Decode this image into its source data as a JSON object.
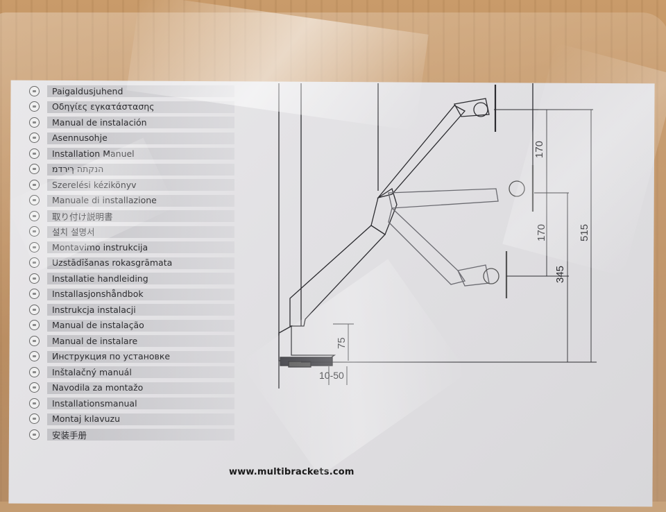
{
  "languages": [
    {
      "label": "Paigaldusjuhend"
    },
    {
      "label": "Οδηγίες εγκατάστασης"
    },
    {
      "label": "Manual de instalación"
    },
    {
      "label": "Asennusohje"
    },
    {
      "label": "Installation Manuel"
    },
    {
      "label": "הנקתה ךירדמ"
    },
    {
      "label": "Szerelési kézikönyv"
    },
    {
      "label": "Manuale di installazione"
    },
    {
      "label": "取り付け説明書"
    },
    {
      "label": "설치 설명서"
    },
    {
      "label": "Montavimo instrukcija"
    },
    {
      "label": "Uzstādīšanas rokasgrāmata"
    },
    {
      "label": "Installatie handleiding"
    },
    {
      "label": "Installasjonshåndbok"
    },
    {
      "label": "Instrukcja instalacji"
    },
    {
      "label": "Manual de instalação"
    },
    {
      "label": "Manual de instalare"
    },
    {
      "label": "Инструкция по установке"
    },
    {
      "label": "Inštalačný manuál"
    },
    {
      "label": "Navodila za montažo"
    },
    {
      "label": "Installationsmanual"
    },
    {
      "label": "Montaj kılavuzu"
    },
    {
      "label": "安装手册"
    }
  ],
  "dimensions": {
    "height_top": "170",
    "height_mid": "170",
    "total_high": "515",
    "total_mid": "345",
    "base_height": "75",
    "clamp_range": "10-50"
  },
  "footer": {
    "website": "www.multibrackets.com"
  },
  "colors": {
    "paper": "#e4e3e6",
    "ink": "#2a2a2e",
    "wood": "#b98a58"
  }
}
